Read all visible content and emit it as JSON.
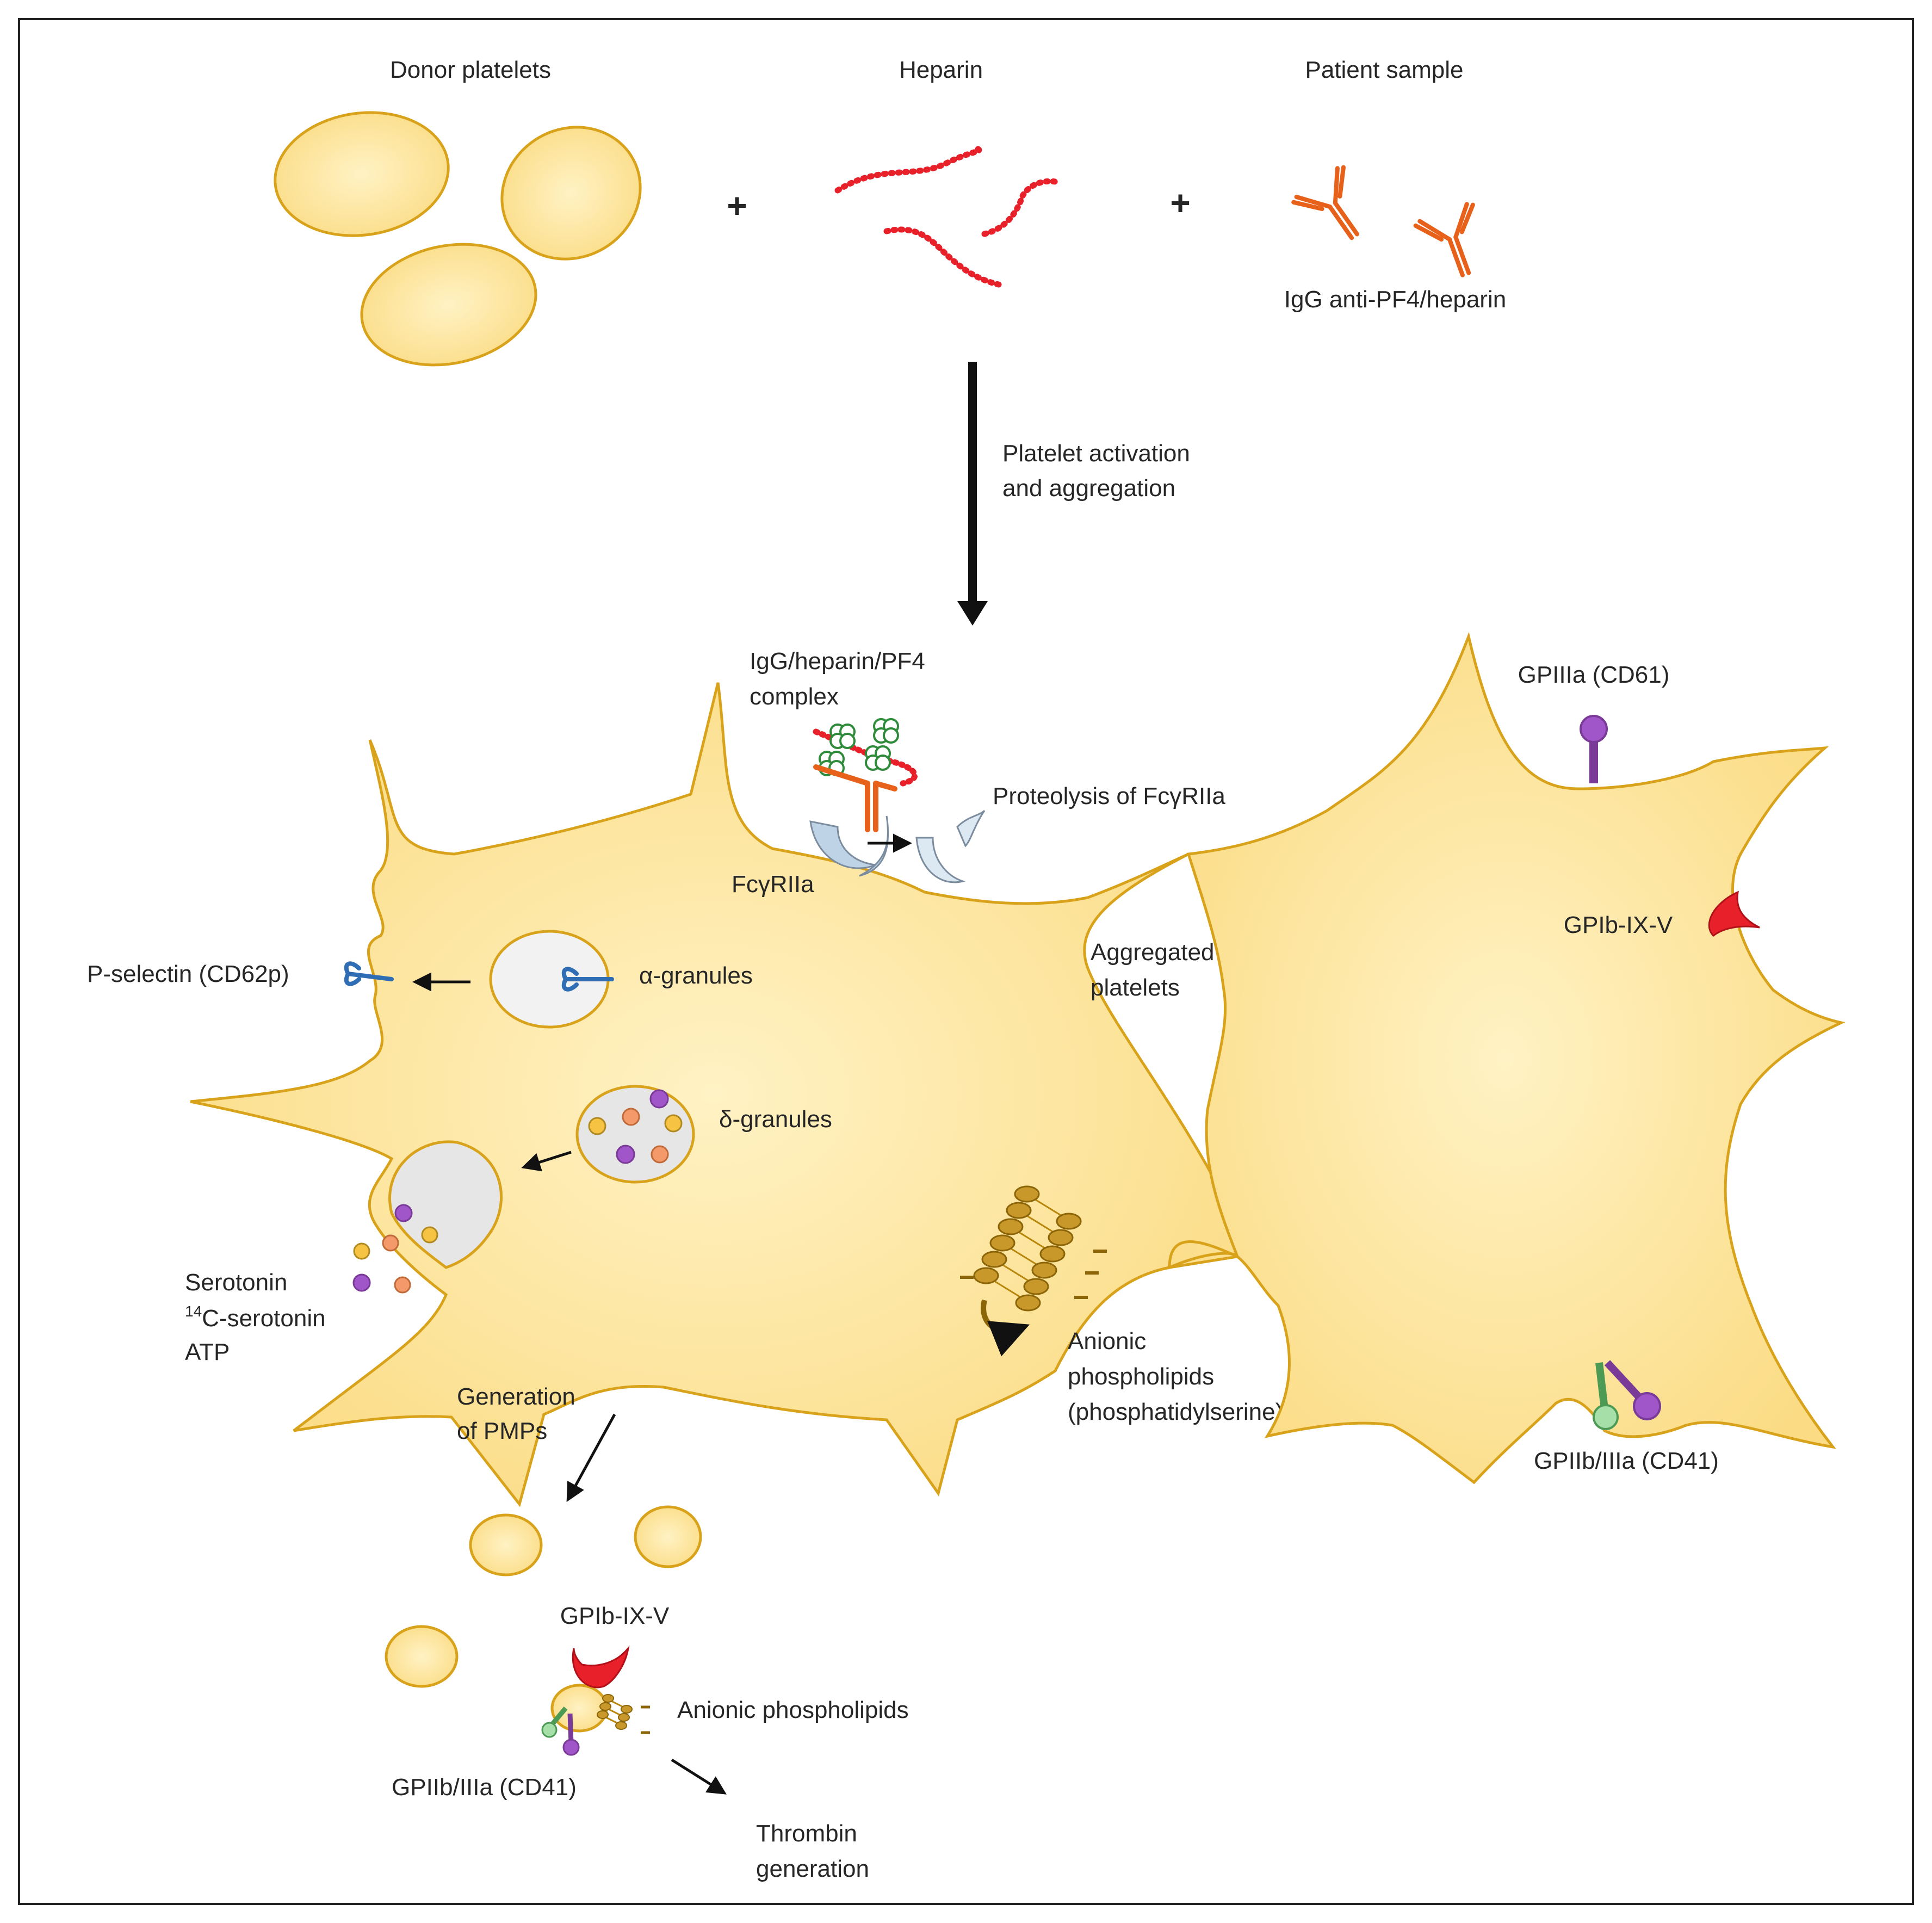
{
  "labels": {
    "donor_platelets": "Donor platelets",
    "heparin": "Heparin",
    "patient_sample": "Patient sample",
    "plus": "+",
    "igg_anti": "IgG anti-PF4/heparin",
    "activation_line1": "Platelet activation",
    "activation_line2": "and aggregation",
    "complex_line1": "IgG/heparin/PF4",
    "complex_line2": "complex",
    "proteolysis": "Proteolysis of FcγRIIa",
    "fcgriia": "FcγRIIa",
    "p_selectin": "P-selectin (CD62p)",
    "alpha_granules": "α-granules",
    "delta_granules": "δ-granules",
    "aggregated_line1": "Aggregated",
    "aggregated_line2": "platelets",
    "serotonin": "Serotonin",
    "c14_sup": "14",
    "c14_serotonin": "C-serotonin",
    "atp": "ATP",
    "anionic_line1": "Anionic",
    "anionic_line2": "phospholipids",
    "anionic_line3": "(phosphatidylserine)",
    "pmp_line1": "Generation",
    "pmp_line2": "of PMPs",
    "gpiiia": "GPIIIa (CD61)",
    "gpib_right": "GPIb-IX-V",
    "gpiib_right": "GPIIb/IIIa (CD41)",
    "gpib_pmp": "GPIb-IX-V",
    "anionic_pmp": "Anionic phospholipids",
    "gpiib_pmp": "GPIIb/IIIa (CD41)",
    "thrombin_line1": "Thrombin",
    "thrombin_line2": "generation"
  },
  "colors": {
    "platelet_fill": "#FCE49C",
    "platelet_stroke": "#D9A21B",
    "heparin": "#E8202A",
    "antibody": "#E8611A",
    "pf4_green": "#2E8B3A",
    "pselectin_blue": "#2F6DB5",
    "granule_purple": "#A055C8",
    "granule_orange": "#F49A6A",
    "granule_yellow": "#F6C343",
    "lipid_brown": "#B8860B",
    "receptor_grey": "#BFD3E6"
  }
}
